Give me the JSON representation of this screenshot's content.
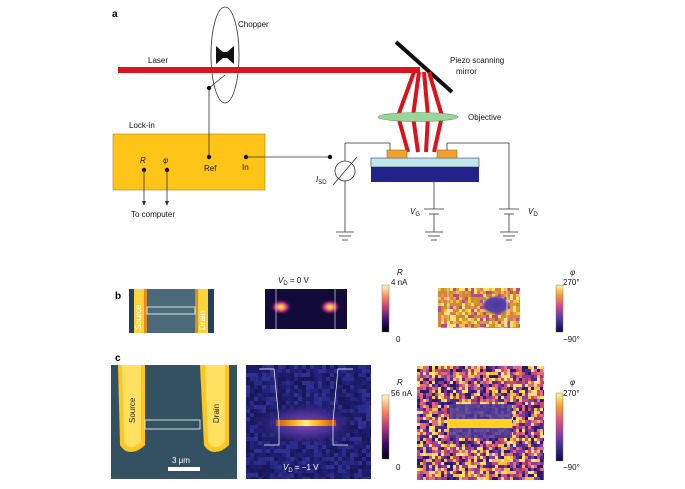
{
  "panel_a": {
    "label": "a",
    "chopper": "Chopper",
    "laser": "Laser",
    "mirror_line1": "Piezo scanning",
    "mirror_line2": "mirror",
    "objective": "Objective",
    "lockin": "Lock-in",
    "R": "R",
    "phi": "φ",
    "ref": "Ref",
    "in": "In",
    "to_computer": "To computer",
    "isd_main": "I",
    "isd_sub": "SD",
    "vg_main": "V",
    "vg_sub": "G",
    "vd_main": "V",
    "vd_sub": "D",
    "colors": {
      "laser": "#d9141c",
      "lockin_box": "#ffc418",
      "objective": "#9bd39b",
      "contact": "#f0a030",
      "substrate": "#22238a",
      "oxide": "#bfe4ee"
    }
  },
  "panel_b": {
    "label": "b",
    "source": "Source",
    "drain": "Drain",
    "vd_label_main": "V",
    "vd_label_sub": "D",
    "vd_label_rest": " = 0 V",
    "R_title": "R",
    "R_max": "4 nA",
    "R_min": "0",
    "phi_title": "φ",
    "phi_max": "270°",
    "phi_min": "−90°"
  },
  "panel_c": {
    "label": "c",
    "source": "Source",
    "drain": "Drain",
    "scalebar": "3 μm",
    "vd_label_main": "V",
    "vd_label_sub": "D",
    "vd_label_rest": " = −1 V",
    "R_title": "R",
    "R_max": "56 nA",
    "R_min": "0",
    "phi_title": "φ",
    "phi_max": "270°",
    "phi_min": "−90°"
  }
}
